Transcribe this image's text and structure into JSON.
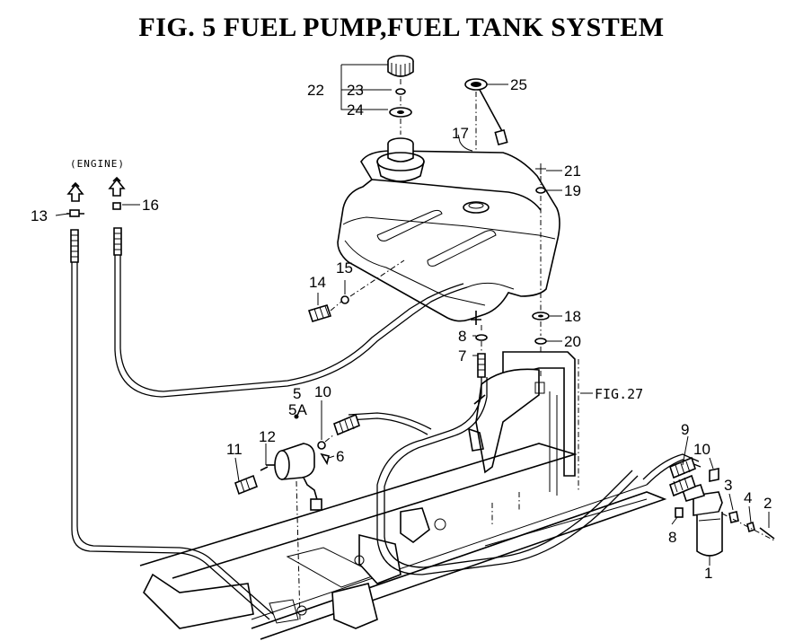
{
  "title": "FIG. 5  FUEL PUMP,FUEL TANK SYSTEM",
  "engine_label": "(ENGINE)",
  "ref_label": "FIG.27",
  "parts": {
    "p1": "1",
    "p2": "2",
    "p3": "3",
    "p4": "4",
    "p5": "5",
    "p5a": "5A",
    "p6": "6",
    "p7": "7",
    "p8a": "8",
    "p8b": "8",
    "p9": "9",
    "p10a": "10",
    "p10b": "10",
    "p11": "11",
    "p12": "12",
    "p13": "13",
    "p14": "14",
    "p15": "15",
    "p16": "16",
    "p17": "17",
    "p18": "18",
    "p19": "19",
    "p20": "20",
    "p21": "21",
    "p22": "22",
    "p23": "23",
    "p24": "24",
    "p25": "25"
  }
}
